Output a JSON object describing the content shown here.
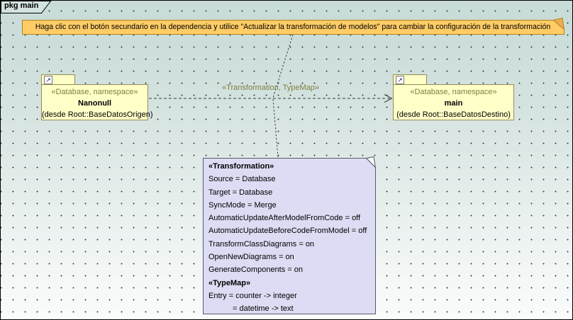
{
  "frame": {
    "label": "pkg main"
  },
  "banner": {
    "text": "Haga clic con el botón secundario en la dependencia y utilice \"Actualizar la transformación de modelos\" para cambiar la configuración de la transformación"
  },
  "dependency": {
    "stereotype_label": "«Transformation, TypeMap»"
  },
  "databases": {
    "source": {
      "stereotype": "«Database, namespace»",
      "name": "Nanonull",
      "location": "(desde Root::BaseDatosOrigen)"
    },
    "target": {
      "stereotype": "«Database, namespace»",
      "name": "main",
      "location": "(desde Root::BaseDatosDestino)"
    }
  },
  "icons": {
    "link_arrow": "↗"
  },
  "note": {
    "lines": [
      {
        "text": "«Transformation»"
      },
      {
        "text": "Source = Database"
      },
      {
        "text": "Target = Database"
      },
      {
        "text": "SyncMode = Merge"
      },
      {
        "text": "AutomaticUpdateAfterModelFromCode = off"
      },
      {
        "text": "AutomaticUpdateBeforeCodeFromModel = off"
      },
      {
        "text": "TransformClassDiagrams = on"
      },
      {
        "text": "OpenNewDiagrams = on"
      },
      {
        "text": "GenerateComponents = on"
      },
      {
        "text": "«TypeMap»"
      },
      {
        "text": "Entry = counter -> integer"
      },
      {
        "text": "= datetime -> text"
      }
    ]
  },
  "colors": {
    "canvas_gradient_top": "#c7dbd7",
    "canvas_gradient_bottom": "#fafcfc",
    "banner_fill": "#ffcc66",
    "banner_border": "#b5811f",
    "database_fill": "#ffffc8",
    "database_border": "#958c55",
    "note_fill": "#dcdcf4",
    "note_border": "#5a5a66",
    "stereotype_text": "#7f7f3f",
    "line_color": "#3c3c3c"
  }
}
